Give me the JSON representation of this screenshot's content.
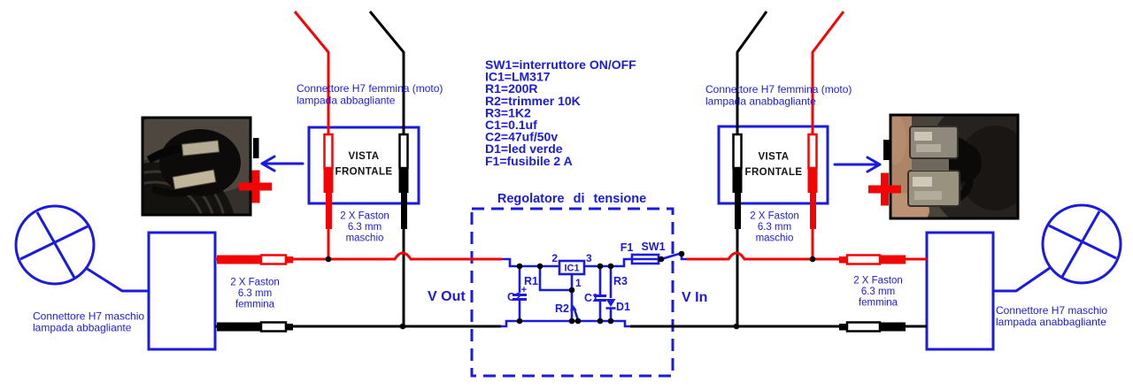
{
  "colors": {
    "wire_red": "#f30505",
    "wire_black": "#000000",
    "diagram_blue": "#1b1be0",
    "vista_text": "#141414"
  },
  "legend": {
    "lines": [
      "SW1=interruttore ON/OFF",
      "IC1=LM317",
      "R1=200R",
      "R2=trimmer 10K",
      "R3=1K2",
      "C1=0.1uf",
      "C2=47uf/50v",
      "D1=led verde",
      "F1=fusibile 2 A"
    ]
  },
  "regulator": {
    "title": "Regolatore di tensione",
    "v_out": "V Out",
    "v_in": "V In",
    "labels": {
      "c2": "C2",
      "c2_plus": "+",
      "r1": "R1",
      "r2": "R2",
      "c1": "C1",
      "r3": "R3",
      "d1": "D1",
      "f1": "F1",
      "sw1": "SW1",
      "ic1": "IC1",
      "pin1": "1",
      "pin2": "2",
      "pin3": "3"
    }
  },
  "left": {
    "moto_connector_label": [
      "Connettore H7 femmina (moto)",
      "lampada abbagliante"
    ],
    "vista": [
      "VISTA",
      "FRONTALE"
    ],
    "faston_male": [
      "2 X Faston",
      "6.3 mm",
      "maschio"
    ],
    "faston_female": [
      "2 X Faston",
      "6.3 mm",
      "femmina"
    ],
    "lamp_connector_label": [
      "Connettore H7 maschio",
      "lampada abbagliante"
    ]
  },
  "right": {
    "moto_connector_label": [
      "Connettore H7 femmina (moto)",
      "lampada anabbagliante"
    ],
    "vista": [
      "VISTA",
      "FRONTALE"
    ],
    "faston_male": [
      "2 X Faston",
      "6.3 mm",
      "maschio"
    ],
    "faston_female": [
      "2 X Faston",
      "6.3 mm",
      "femmina"
    ],
    "lamp_connector_label": [
      "Connettore H7 maschio",
      "lampada anabbagliante"
    ]
  }
}
